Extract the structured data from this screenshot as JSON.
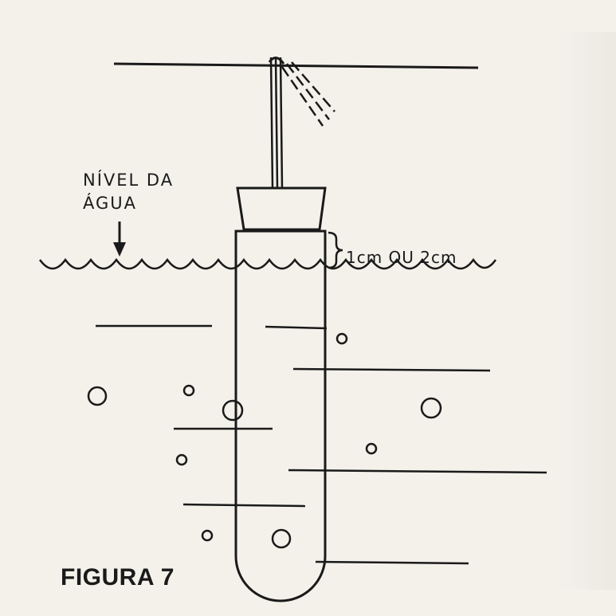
{
  "labels": {
    "water_level_line1": "NÍVEL DA",
    "water_level_line2": "ÁGUA",
    "gap_measure": "1cm OU 2cm",
    "figure_caption": "FIGURA 7"
  },
  "colors": {
    "ink": "#1a1a1a",
    "paper": "#f3f1ea"
  },
  "icons": {
    "pointer": "down-arrow-icon",
    "measure": "curly-brace-icon"
  }
}
